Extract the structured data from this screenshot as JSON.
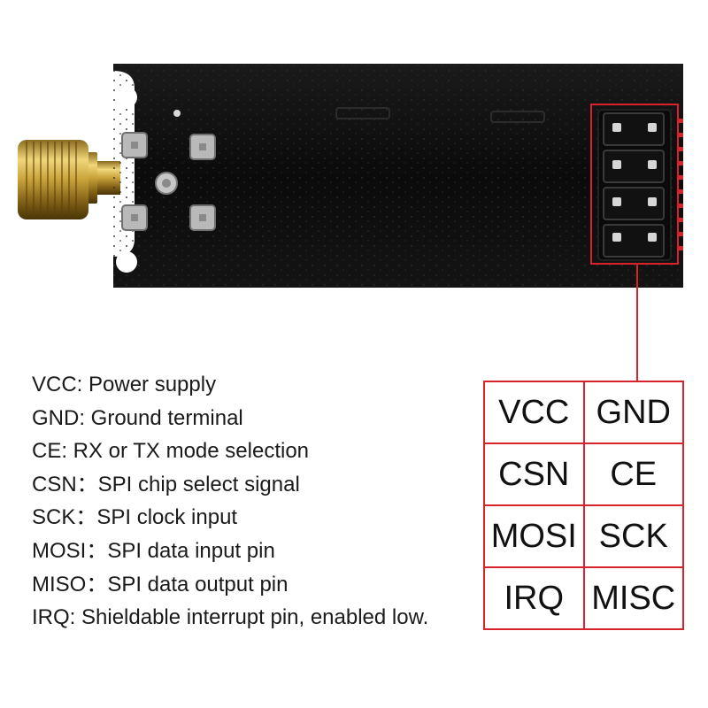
{
  "pin_descriptions": [
    "VCC: Power supply",
    "GND: Ground terminal",
    "CE: RX or TX mode selection",
    "CSN：SPI chip select signal",
    "SCK：SPI clock input",
    "MOSI：SPI data input pin",
    "MISO：SPI data output pin",
    "IRQ: Shieldable interrupt pin, enabled low."
  ],
  "pinout_table": [
    [
      "VCC",
      "GND"
    ],
    [
      "CSN",
      "CE"
    ],
    [
      "MOSI",
      "SCK"
    ],
    [
      "IRQ",
      "MISC"
    ]
  ],
  "colors": {
    "board": "#0c0c0c",
    "callout": "#d8232a",
    "connector_gold": "#c9a23a",
    "text": "#1a1a1a"
  },
  "icons": {
    "antenna_connector": "sma-connector-icon",
    "pin_header": "pin-header-icon"
  }
}
